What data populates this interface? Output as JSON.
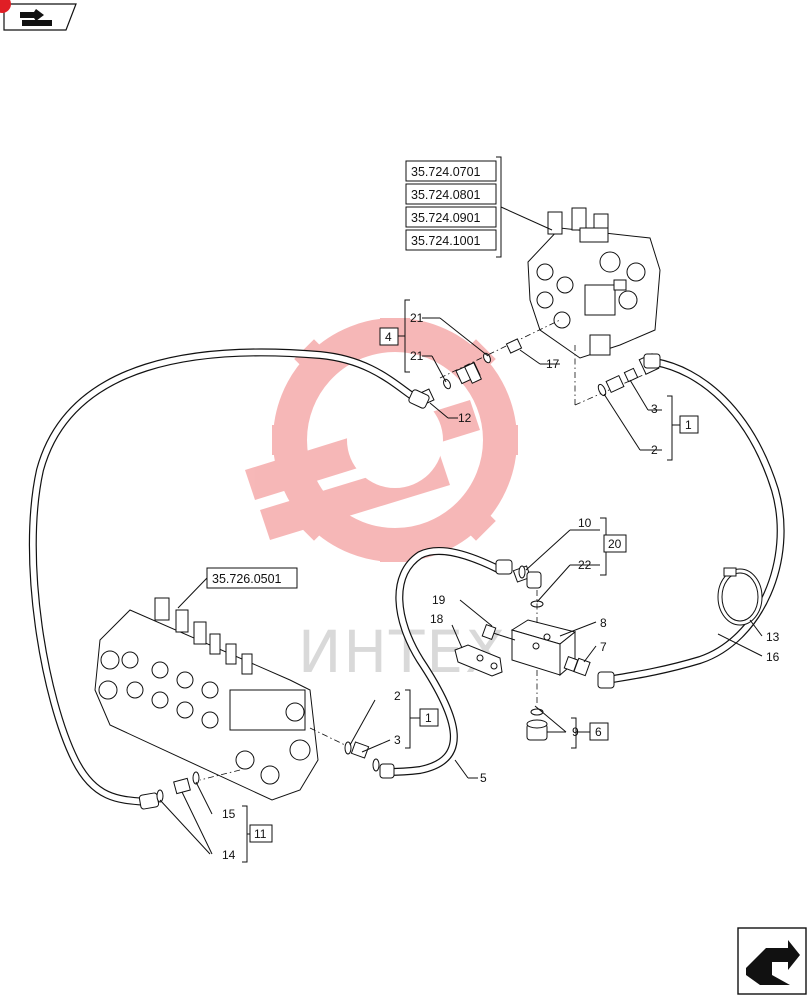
{
  "watermark": {
    "text": "ИНТЕХ",
    "color": "#f4a0a0"
  },
  "nav": {
    "top_icon": "folder-return-icon",
    "bottom_icon": "return-arrow-icon"
  },
  "refs": {
    "r1": "35.724.0701",
    "r2": "35.724.0801",
    "r3": "35.724.0901",
    "r4": "35.724.1001",
    "r5": "35.726.0501"
  },
  "callouts": {
    "c21a": "21",
    "c21b": "21",
    "c4": "4",
    "c17": "17",
    "c12": "12",
    "c3a": "3",
    "c1a": "1",
    "c2a": "2",
    "c10": "10",
    "c20": "20",
    "c22": "22",
    "c19": "19",
    "c18": "18",
    "c8": "8",
    "c7": "7",
    "c9": "9",
    "c6": "6",
    "c13": "13",
    "c16": "16",
    "c2b": "2",
    "c1b": "1",
    "c3b": "3",
    "c5": "5",
    "c15": "15",
    "c11": "11",
    "c14": "14"
  }
}
